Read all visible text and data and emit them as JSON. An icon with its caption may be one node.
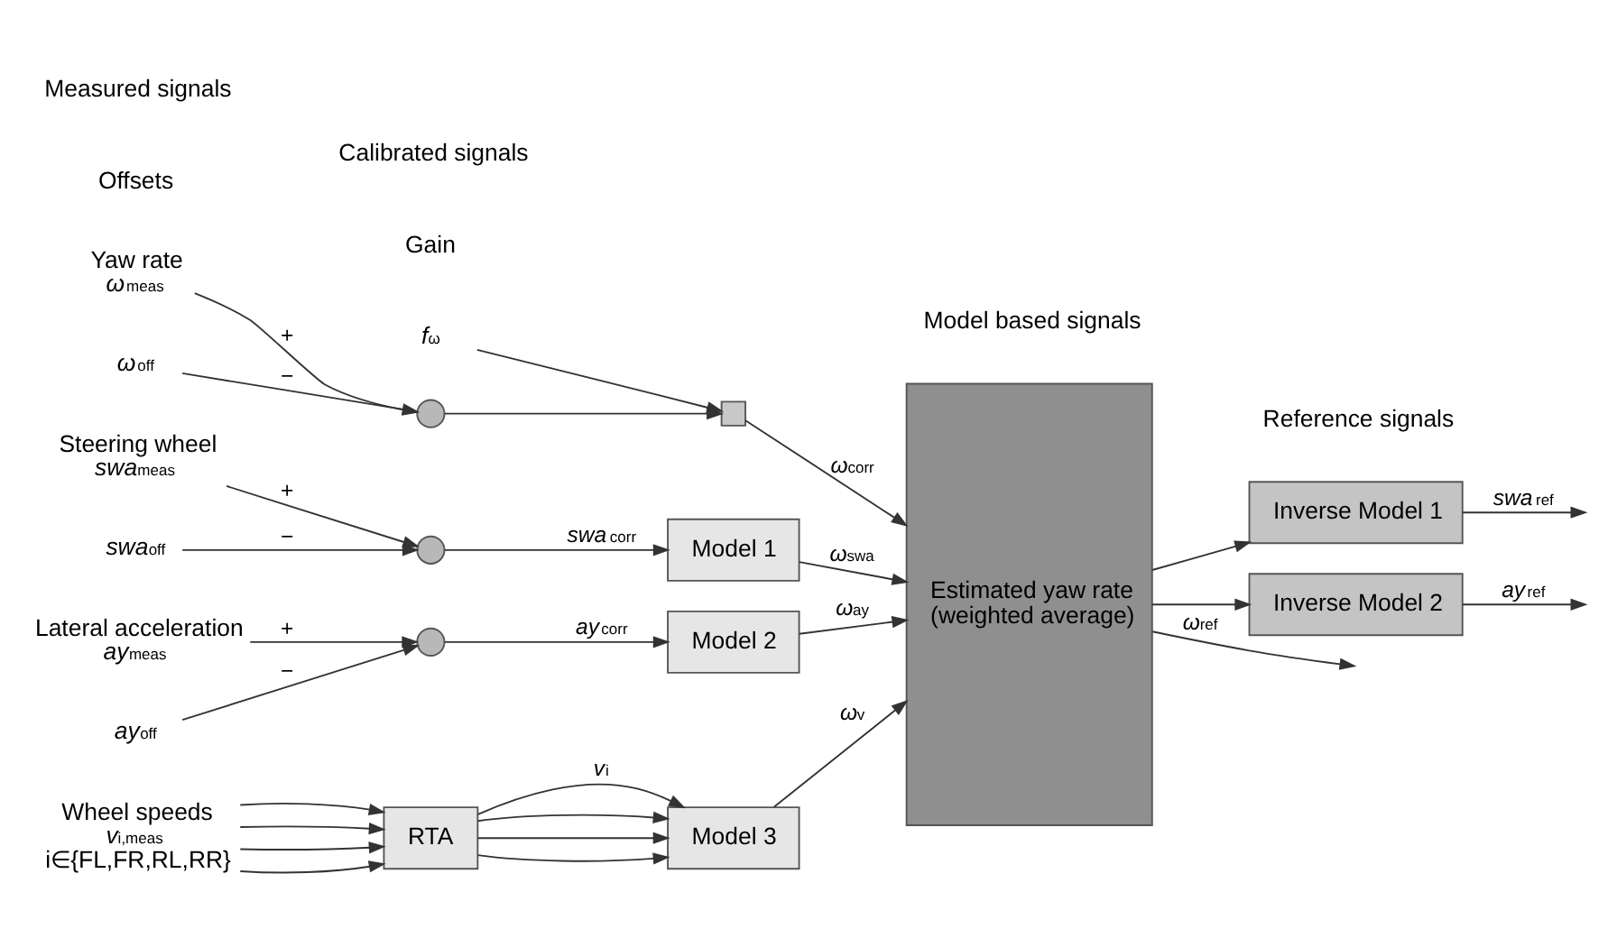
{
  "diagram": {
    "nodes": [
      {
        "text": [
          "Yaw rate",
          "*ω*$_{meas}$"
        ]
      },
      {
        "text": [
          "Steering wheel",
          "*swa*$_{meas}$"
        ]
      },
      {
        "text": [
          "Lateral acceleration",
          "*ay*$_{meas}$"
        ]
      },
      {
        "text": [
          "Wheel speeds",
          "*v*$_{i,meas}$",
          "i∈{FL,FR,RL,RR}"
        ]
      },
      {
        "text": [
          "*ω*$_{off}$"
        ]
      },
      {
        "text": [
          "*swa*$_{off}$"
        ]
      },
      {
        "text": [
          "*ay*$_{off}$"
        ]
      },
      {
        "text": [
          "*f*$_{ω}$"
        ]
      },
      {
        "text": [],
        "shape": "circle"
      },
      {
        "text": [],
        "shape": "circle"
      },
      {
        "text": [],
        "shape": "circle"
      },
      {
        "text": [],
        "shape": "box"
      },
      {
        "text": [
          "Model 1"
        ]
      },
      {
        "text": [
          "Model 2"
        ]
      },
      {
        "text": [
          "RTA"
        ]
      },
      {
        "text": [
          "Model 3"
        ]
      },
      {
        "text": [
          "Estimated yaw rate",
          "(weighted average)"
        ]
      },
      {
        "text": [
          "Inverse Model 1"
        ]
      },
      {
        "text": [
          "Inverse Model 2"
        ]
      }
    ],
    "edges": [
      {
        "from": 0,
        "to": 8,
        "arrow": "to",
        "label": "+"
      },
      {
        "from": 4,
        "to": 8,
        "arrow": "to",
        "label": "−"
      },
      {
        "from": 8,
        "to": 11,
        "arrow": "to"
      },
      {
        "from": 7,
        "to": 11,
        "arrow": "to"
      },
      {
        "from": 11,
        "to": 16,
        "arrow": "to",
        "label": "*ω*$_{corr}$"
      },
      {
        "from": 1,
        "to": 9,
        "arrow": "to",
        "label": "+"
      },
      {
        "from": 5,
        "to": 9,
        "arrow": "to",
        "label": "−"
      },
      {
        "from": 9,
        "to": 12,
        "arrow": "to",
        "label": "*swa*$_{corr}$"
      },
      {
        "from": 12,
        "to": 16,
        "arrow": "to",
        "label": "*ω*$_{swa}$"
      },
      {
        "from": 2,
        "to": 10,
        "arrow": "to",
        "label": "+"
      },
      {
        "from": 6,
        "to": 10,
        "arrow": "to",
        "label": "−"
      },
      {
        "from": 10,
        "to": 13,
        "arrow": "to",
        "label": "*ay*$_{corr}$"
      },
      {
        "from": 13,
        "to": 16,
        "arrow": "to",
        "label": "*ω*$_{ay}$"
      },
      {
        "from": 3,
        "to": 14,
        "arrow": "to"
      },
      {
        "from": 3,
        "to": 14,
        "arrow": "to"
      },
      {
        "from": 3,
        "to": 14,
        "arrow": "to"
      },
      {
        "from": 3,
        "to": 14,
        "arrow": "to"
      },
      {
        "from": 14,
        "to": 15,
        "arrow": "to",
        "label": "*v*$_{i}$"
      },
      {
        "from": 14,
        "to": 15,
        "arrow": "to"
      },
      {
        "from": 14,
        "to": 15,
        "arrow": "to"
      },
      {
        "from": 14,
        "to": 15,
        "arrow": "to"
      },
      {
        "from": 15,
        "to": 16,
        "arrow": "to",
        "label": "*ω*$_{v}$"
      },
      {
        "from": 16,
        "to": 17,
        "arrow": "to"
      },
      {
        "from": 16,
        "to": null,
        "arrow": "to",
        "label": "*ω*$_{ref}$"
      },
      {
        "from": 16,
        "to": 18,
        "arrow": "to"
      },
      {
        "from": 17,
        "to": null,
        "arrow": "to",
        "label": "*swa*$_{ref}$"
      },
      {
        "from": 18,
        "to": null,
        "arrow": "to",
        "label": "*ay*$_{ref}$"
      }
    ],
    "labels": [
      "Offsets",
      "Gain",
      "Measured signals",
      "Calibrated signals",
      "Model based signals",
      "Reference signals"
    ]
  }
}
